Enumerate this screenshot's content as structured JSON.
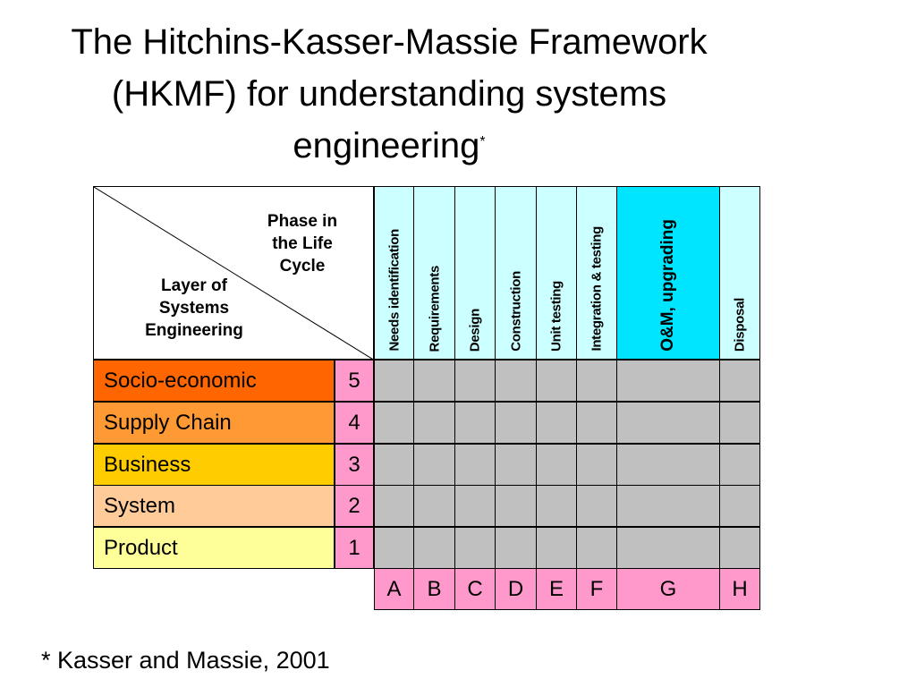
{
  "title": {
    "line1": "The Hitchins-Kasser-Massie Framework",
    "line2": "(HKMF) for understanding systems",
    "line3": "engineering",
    "marker": "*"
  },
  "corner": {
    "phase_label": "Phase in\nthe Life\nCycle",
    "layer_label": "Layer of\nSystems\nEngineering"
  },
  "phases": [
    {
      "name": "Needs identification",
      "letter": "A"
    },
    {
      "name": "Requirements",
      "letter": "B"
    },
    {
      "name": "Design",
      "letter": "C"
    },
    {
      "name": "Construction",
      "letter": "D"
    },
    {
      "name": "Unit testing",
      "letter": "E"
    },
    {
      "name": "Integration & testing",
      "letter": "F"
    },
    {
      "name": "O&M,  upgrading",
      "letter": "G"
    },
    {
      "name": "Disposal",
      "letter": "H"
    }
  ],
  "layers": [
    {
      "name": "Socio-economic",
      "number": "5",
      "color": "#ff6600"
    },
    {
      "name": "Supply Chain",
      "number": "4",
      "color": "#ff9933"
    },
    {
      "name": "Business",
      "number": "3",
      "color": "#ffcc00"
    },
    {
      "name": "System",
      "number": "2",
      "color": "#ffcc99"
    },
    {
      "name": "Product",
      "number": "1",
      "color": "#ffff99"
    }
  ],
  "colors": {
    "phase_header": "#ccffff",
    "phase_header_highlight": "#00e5ff",
    "cell": "#c0c0c0",
    "index": "#ff99cc"
  },
  "footnote": "* Kasser and Massie, 2001"
}
